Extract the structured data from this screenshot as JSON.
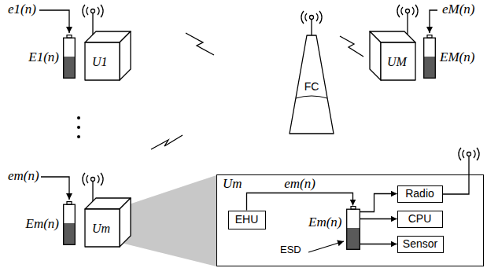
{
  "diagram": {
    "nodes": [
      {
        "text": [
          "U1"
        ]
      },
      {
        "text": [
          "E1(n)"
        ]
      },
      {
        "text": [
          "FC"
        ]
      },
      {
        "text": [
          "UM"
        ]
      },
      {
        "text": [
          "EM(n)"
        ]
      },
      {
        "text": [
          "Um"
        ]
      },
      {
        "text": [
          "Em(n)"
        ]
      },
      {
        "text": [
          "Um"
        ]
      },
      {
        "text": [
          "EHU"
        ],
        "in": 7
      },
      {
        "text": [
          "Em(n)"
        ],
        "in": 7
      },
      {
        "text": [
          "Radio"
        ],
        "in": 7
      },
      {
        "text": [
          "CPU"
        ],
        "in": 7
      },
      {
        "text": [
          "Sensor"
        ],
        "in": 7
      }
    ],
    "edges": [
      {
        "from": 8,
        "to": 9,
        "arrow": "to",
        "label": "em(n)"
      },
      {
        "from": 9,
        "to": 10,
        "arrow": "to"
      },
      {
        "from": 9,
        "to": 11,
        "arrow": "to"
      },
      {
        "from": 9,
        "to": 12,
        "arrow": "to"
      }
    ],
    "labels": [
      "e1(n)",
      "eM(n)",
      "em(n)",
      "ESD"
    ]
  }
}
